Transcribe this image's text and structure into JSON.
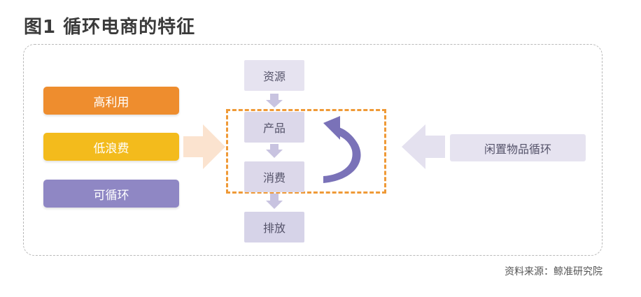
{
  "title": "图1   循环电商的特征",
  "features": {
    "items": [
      {
        "label": "高利用",
        "color": "#ee8d2e"
      },
      {
        "label": "低浪费",
        "color": "#f3bb1c"
      },
      {
        "label": "可循环",
        "color": "#8f87c4"
      }
    ]
  },
  "flow": {
    "steps": [
      "资源",
      "产品",
      "消费",
      "排放"
    ]
  },
  "side": {
    "label": "闲置物品循环"
  },
  "colors": {
    "loop_border": "#ef9a37",
    "step_fill": "#dcd8ea",
    "cycle_arrow": "#7a72b8",
    "left_arrow": "#fbe3cf",
    "right_arrow": "#e4e1ef"
  },
  "source": "资料来源：鲸准研究院"
}
